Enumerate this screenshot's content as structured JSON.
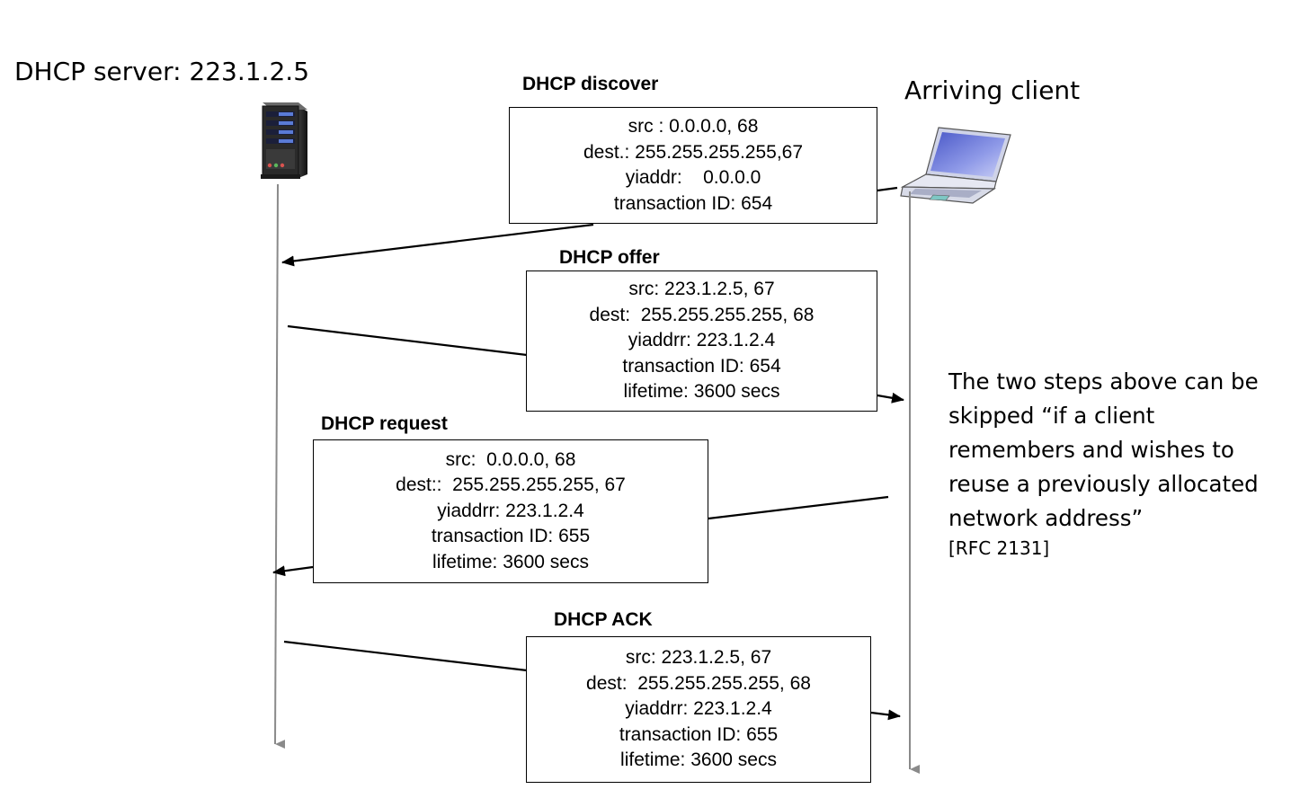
{
  "server": {
    "label": "DHCP server: 223.1.2.5",
    "icon": "server-icon"
  },
  "client": {
    "label": "Arriving client",
    "icon": "laptop-icon"
  },
  "messages": [
    {
      "title": "DHCP discover",
      "lines": [
        "src : 0.0.0.0, 68",
        "dest.: 255.255.255.255,67",
        "yiaddr:    0.0.0.0",
        "transaction ID: 654"
      ]
    },
    {
      "title": "DHCP offer",
      "lines": [
        "src: 223.1.2.5, 67",
        "dest:  255.255.255.255, 68",
        "yiaddrr: 223.1.2.4",
        "transaction ID: 654",
        "lifetime: 3600 secs"
      ]
    },
    {
      "title": "DHCP request",
      "lines": [
        "src:  0.0.0.0, 68",
        "dest::  255.255.255.255, 67",
        "yiaddrr: 223.1.2.4",
        "transaction ID: 655",
        "lifetime: 3600 secs"
      ]
    },
    {
      "title": "DHCP ACK",
      "lines": [
        "src: 223.1.2.5, 67",
        "dest:  255.255.255.255, 68",
        "yiaddrr: 223.1.2.4",
        "transaction ID: 655",
        "lifetime: 3600 secs"
      ]
    }
  ],
  "note": {
    "text": "The two steps above can be skipped “if a client remembers and wishes to reuse a previously allocated network address”",
    "reference": "[RFC 2131]"
  },
  "colors": {
    "lifeline": "#8a8a8a",
    "arrow": "#000000",
    "box_border": "#000000"
  }
}
